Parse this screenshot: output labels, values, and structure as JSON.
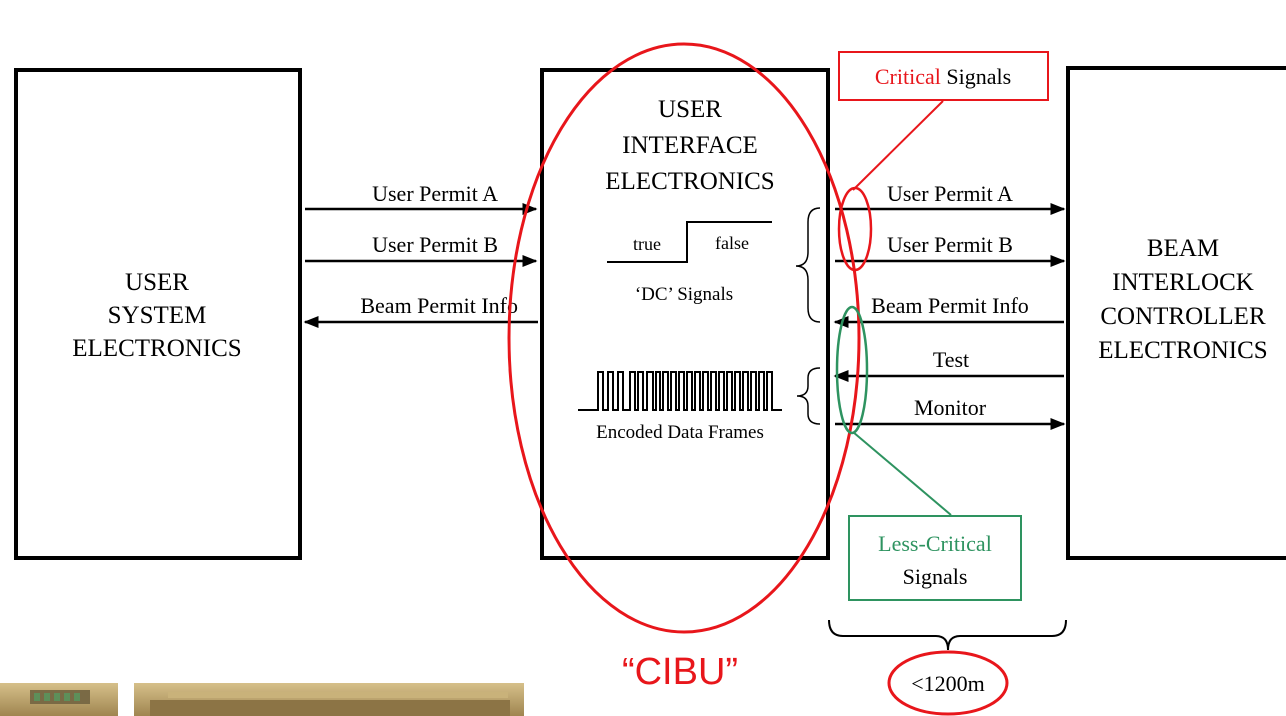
{
  "boxes": {
    "user_system": [
      "USER",
      "SYSTEM",
      "ELECTRONICS"
    ],
    "user_interface": [
      "USER",
      "INTERFACE",
      "ELECTRONICS"
    ],
    "beam_interlock": [
      "BEAM",
      "INTERLOCK",
      "CONTROLLER",
      "ELECTRONICS"
    ]
  },
  "left_signals": {
    "permit_a": "User Permit A",
    "permit_b": "User Permit B",
    "beam_info": "Beam Permit Info"
  },
  "right_signals": {
    "permit_a": "User Permit A",
    "permit_b": "User Permit B",
    "beam_info": "Beam Permit Info",
    "test": "Test",
    "monitor": "Monitor"
  },
  "dc_signal": {
    "true_label": "true",
    "false_label": "false",
    "caption": "‘DC’ Signals"
  },
  "encoded": {
    "caption": "Encoded Data Frames"
  },
  "callouts": {
    "critical_word": "Critical",
    "critical_rest": " Signals",
    "less_critical_line1": "Less-Critical",
    "less_critical_line2": "Signals"
  },
  "cibu_label": "“CIBU”",
  "distance_label": "<1200m",
  "colors": {
    "critical": "#e8161b",
    "less_critical": "#2e9360",
    "ink": "#000000",
    "photo": "#b8a06a"
  }
}
